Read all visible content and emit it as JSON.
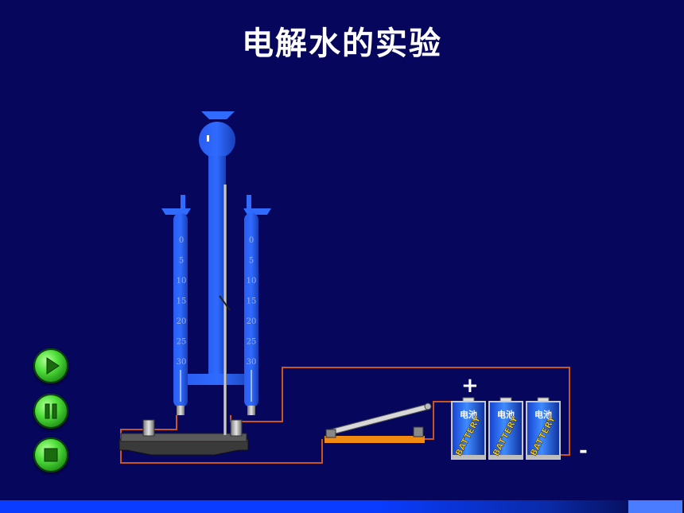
{
  "title": "电解水的实验",
  "tube_scale": [
    "0",
    "5",
    "10",
    "15",
    "20",
    "25",
    "30"
  ],
  "battery": {
    "label_cn": "电池",
    "label_en": "BATTERY",
    "count": 3
  },
  "terminals": {
    "positive": "+",
    "negative": "-"
  },
  "controls": [
    {
      "name": "play-button",
      "icon": "play-icon"
    },
    {
      "name": "pause-button",
      "icon": "pause-icon"
    },
    {
      "name": "stop-button",
      "icon": "stop-icon"
    }
  ],
  "colors": {
    "background": "#06065c",
    "apparatus_blue": "#1f4fd8",
    "wire": "#c8561e",
    "button_green": "#4fe03a"
  }
}
